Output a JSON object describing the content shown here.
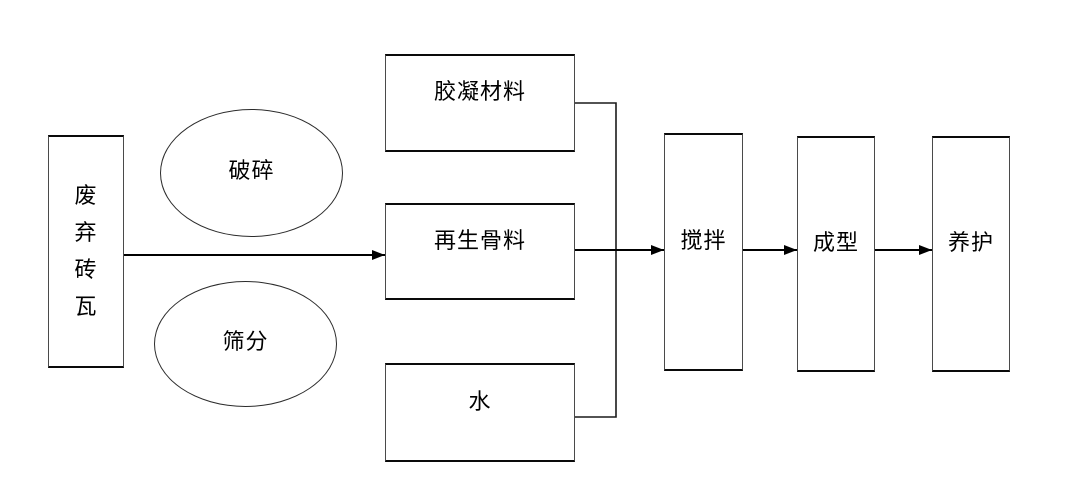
{
  "diagram": {
    "description": "process flow chart",
    "background_color": "#ffffff",
    "line_color": "#000000",
    "nodes": {
      "waste_brick": {
        "label": "废弃砖瓦",
        "shape": "rectangle",
        "text_direction": "vertical"
      },
      "crushing": {
        "label": "破碎",
        "shape": "ellipse"
      },
      "screening": {
        "label": "筛分",
        "shape": "ellipse"
      },
      "binder": {
        "label": "胶凝材料",
        "shape": "rectangle"
      },
      "aggregate": {
        "label": "再生骨料",
        "shape": "rectangle"
      },
      "water": {
        "label": "水",
        "shape": "rectangle"
      },
      "mixing": {
        "label": "搅拌",
        "shape": "rectangle"
      },
      "forming": {
        "label": "成型",
        "shape": "rectangle"
      },
      "curing": {
        "label": "养护",
        "shape": "rectangle"
      }
    },
    "edges": [
      {
        "from": "waste_brick",
        "to": "aggregate",
        "style": "arrow",
        "note": "passes between crushing and screening ellipses"
      },
      {
        "from": "binder",
        "to": "collector_line",
        "style": "plain"
      },
      {
        "from": "water",
        "to": "collector_line",
        "style": "plain"
      },
      {
        "from": "aggregate",
        "to": "mixing",
        "style": "arrow",
        "note": "crosses collector line joining binder and water"
      },
      {
        "from": "mixing",
        "to": "forming",
        "style": "arrow"
      },
      {
        "from": "forming",
        "to": "curing",
        "style": "arrow"
      }
    ]
  }
}
